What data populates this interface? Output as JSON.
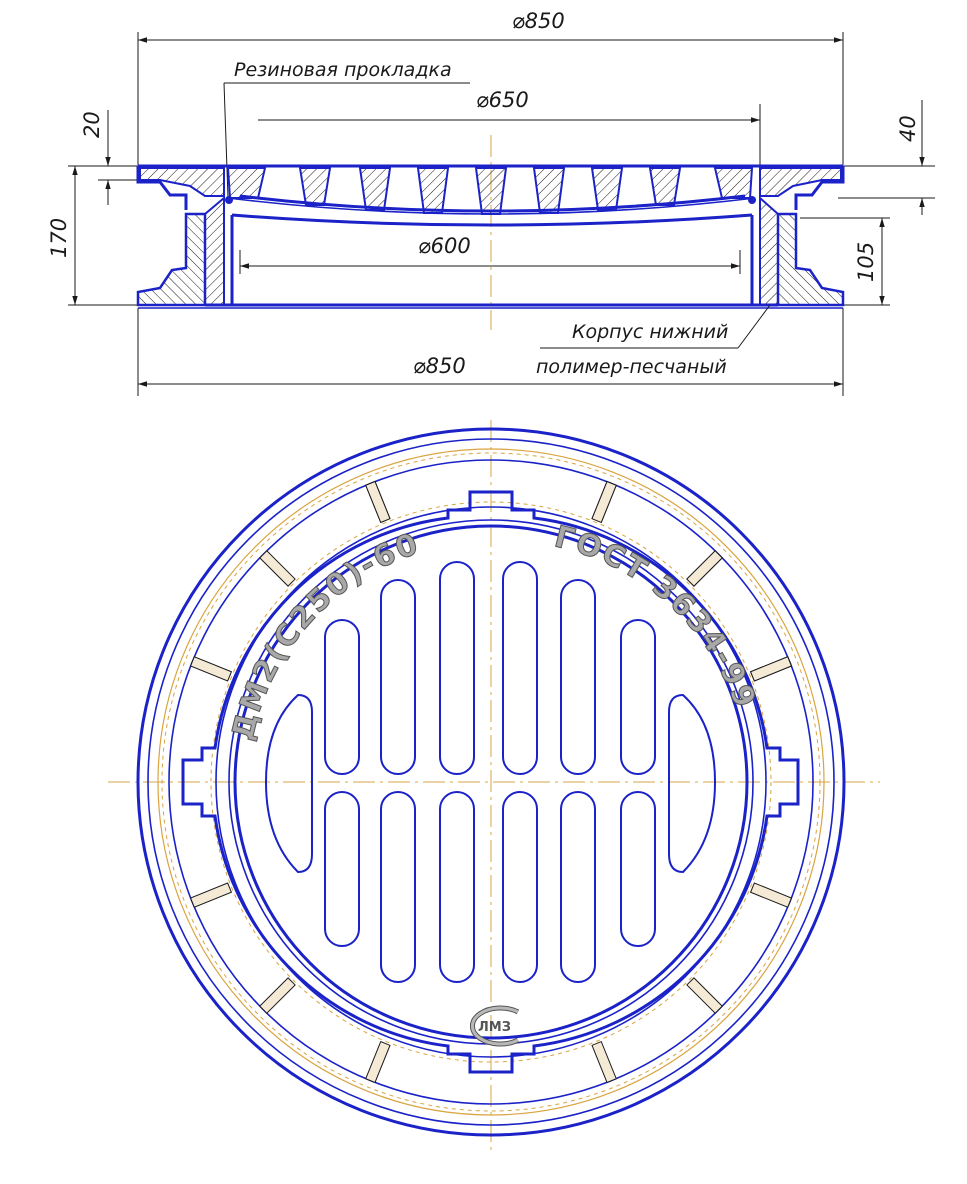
{
  "section_view": {
    "dim_top_outer": "⌀850",
    "dim_inner_650": "⌀650",
    "dim_inner_600": "⌀600",
    "dim_bottom_outer": "⌀850",
    "dim_left_total": "170",
    "dim_left_cover": "20",
    "dim_right_top": "40",
    "dim_right_lower": "105",
    "note_gasket": "Резиновая прокладка",
    "note_body_line1": "Корпус нижний",
    "note_body_line2": "полимер-песчаный"
  },
  "plan_view": {
    "cast_marking_left": "ДМ2(C250)-60",
    "cast_marking_right": "ГОСТ 3634-99",
    "logo_text": "ЛМЗ"
  },
  "colors": {
    "outline": "#1a22c8",
    "dimension": "#1a1a1a",
    "centerline": "#d9a441",
    "hatch": "#1a1a1a",
    "cast_text": "#a8a8a8"
  }
}
